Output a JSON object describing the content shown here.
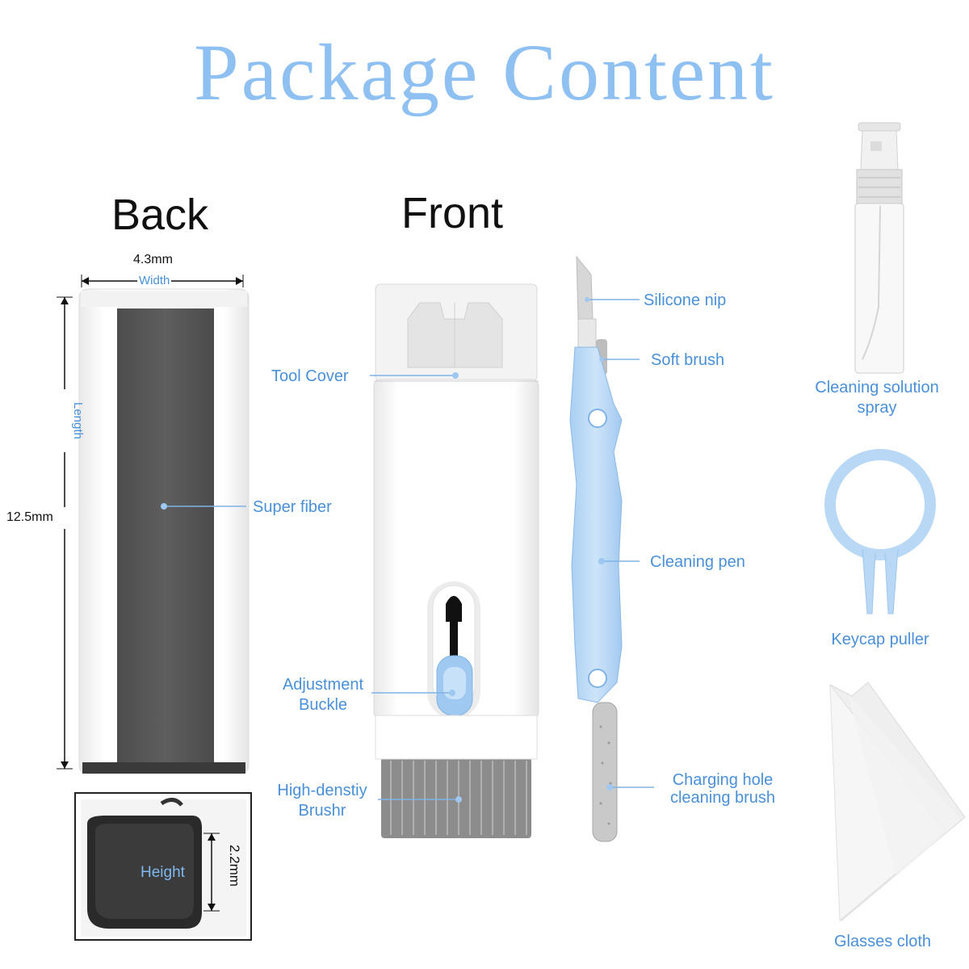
{
  "title": "Package Content",
  "sections": {
    "back": "Back",
    "front": "Front"
  },
  "dimensions": {
    "width_value": "4.3mm",
    "width_label": "Width",
    "length_value": "12.5mm",
    "length_label": "Length",
    "height_value": "2.2mm",
    "height_label": "Height"
  },
  "labels": {
    "super_fiber": "Super fiber",
    "tool_cover": "Tool Cover",
    "adjustment_buckle_1": "Adjustment",
    "adjustment_buckle_2": "Buckle",
    "brush_1": "High-denstiy",
    "brush_2": "Brushr",
    "silicone_nip": "Silicone nip",
    "soft_brush": "Soft brush",
    "cleaning_pen": "Cleaning pen",
    "charging_1": "Charging hole",
    "charging_2": "cleaning brush",
    "spray_1": "Cleaning solution",
    "spray_2": "spray",
    "keycap_puller": "Keycap puller",
    "glasses_cloth": "Glasses cloth"
  },
  "colors": {
    "title": "#8ec0f2",
    "label": "#4a90d9",
    "accent_blue": "#b8d8f5",
    "fiber": "#565656",
    "body": "#f7f7f7"
  }
}
